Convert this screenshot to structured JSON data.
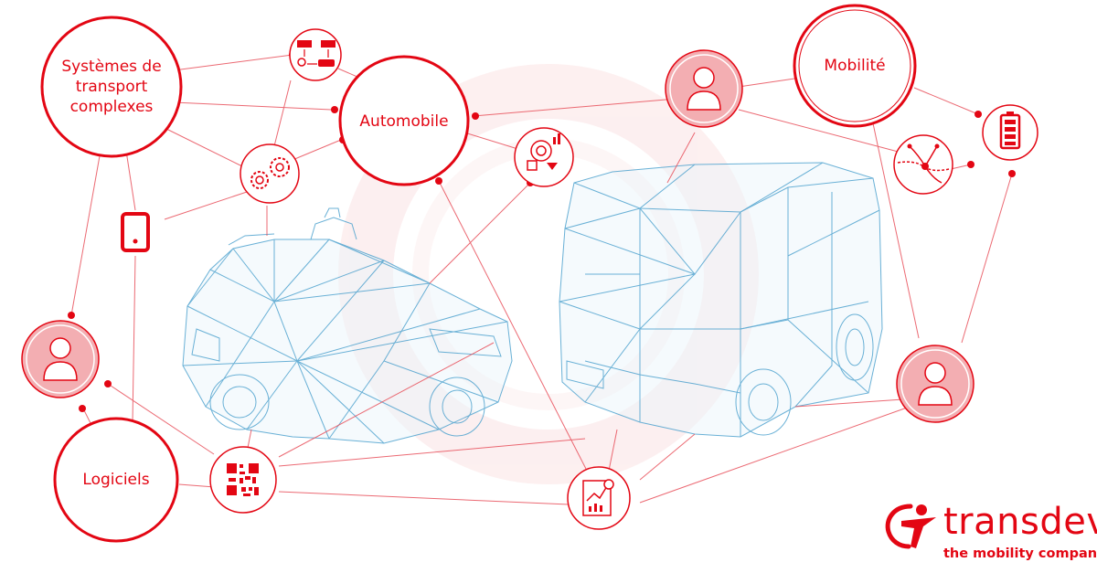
{
  "nodes": {
    "systemes": "Systèmes de\ntransport\ncomplexes",
    "automobile": "Automobile",
    "mobilite": "Mobilité",
    "logiciels": "Logiciels"
  },
  "icons": [
    "transport-network-icon",
    "gears-icon",
    "smartphone-icon",
    "person-icon",
    "qr-code-icon",
    "strategy-target-icon",
    "analytics-report-icon",
    "battery-icon",
    "route-network-icon"
  ],
  "brand": {
    "name": "transdev",
    "tagline": "the mobility company"
  },
  "colors": {
    "accent": "#e30613",
    "accent_light": "#f7c9cc",
    "wireframe": "#4fa3cf"
  }
}
